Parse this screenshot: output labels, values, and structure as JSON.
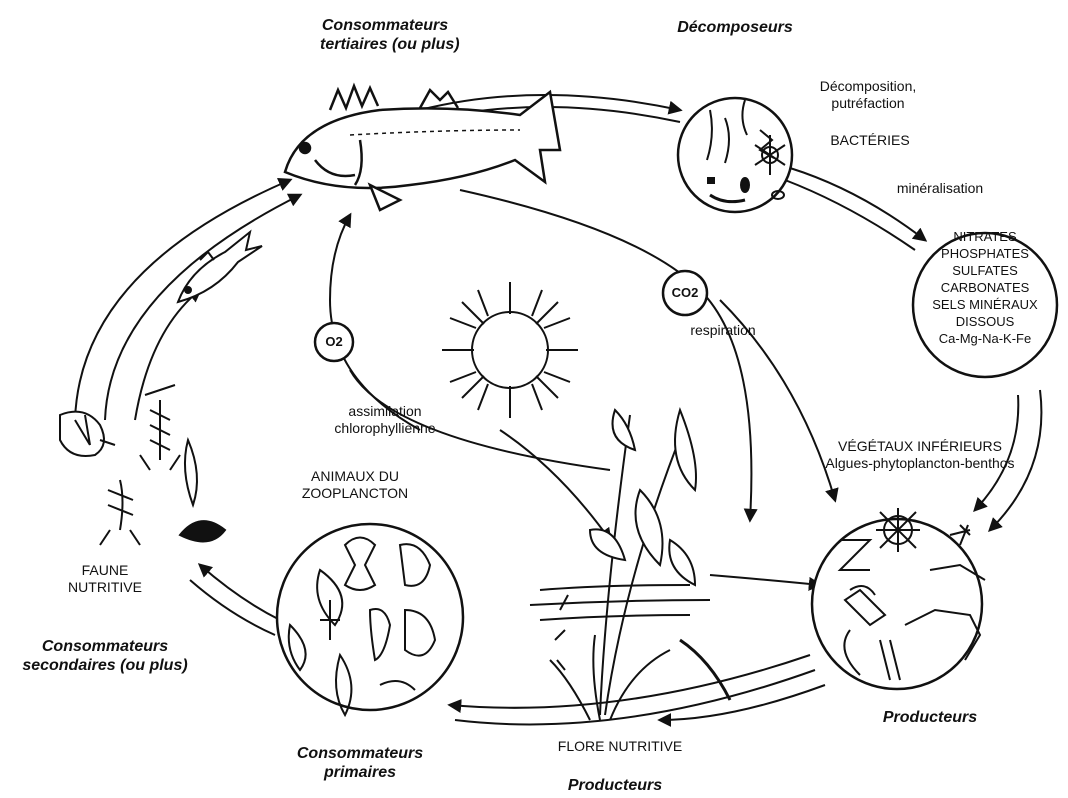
{
  "labels": {
    "tertiary": [
      "Consommateurs",
      "tertiaires (ou plus)"
    ],
    "decomposers_title": "Décomposeurs",
    "decomposition": [
      "Décomposition,",
      "putréfaction"
    ],
    "bacteria": "BACTÉRIES",
    "mineralisation": "minéralisation",
    "minerals": [
      "NITRATES",
      "PHOSPHATES",
      "SULFATES",
      "CARBONATES",
      "SELS MINÉRAUX",
      "DISSOUS",
      "Ca-Mg-Na-K-Fe"
    ],
    "o2": "O2",
    "co2": "CO2",
    "respiration": "respiration",
    "assimilation": [
      "assimilation",
      "chlorophyllienne"
    ],
    "lower_plants": [
      "VÉGÉTAUX INFÉRIEURS",
      "Algues-phytoplancton-benthos"
    ],
    "zooplankton": [
      "ANIMAUX DU",
      "ZOOPLANCTON"
    ],
    "fauna": [
      "FAUNE",
      "NUTRITIVE"
    ],
    "secondary": [
      "Consommateurs",
      "secondaires (ou plus)"
    ],
    "primary": [
      "Consommateurs",
      "primaires"
    ],
    "flora": "FLORE NUTRITIVE",
    "producers_bottom": "Producteurs",
    "producers_right": "Producteurs"
  }
}
